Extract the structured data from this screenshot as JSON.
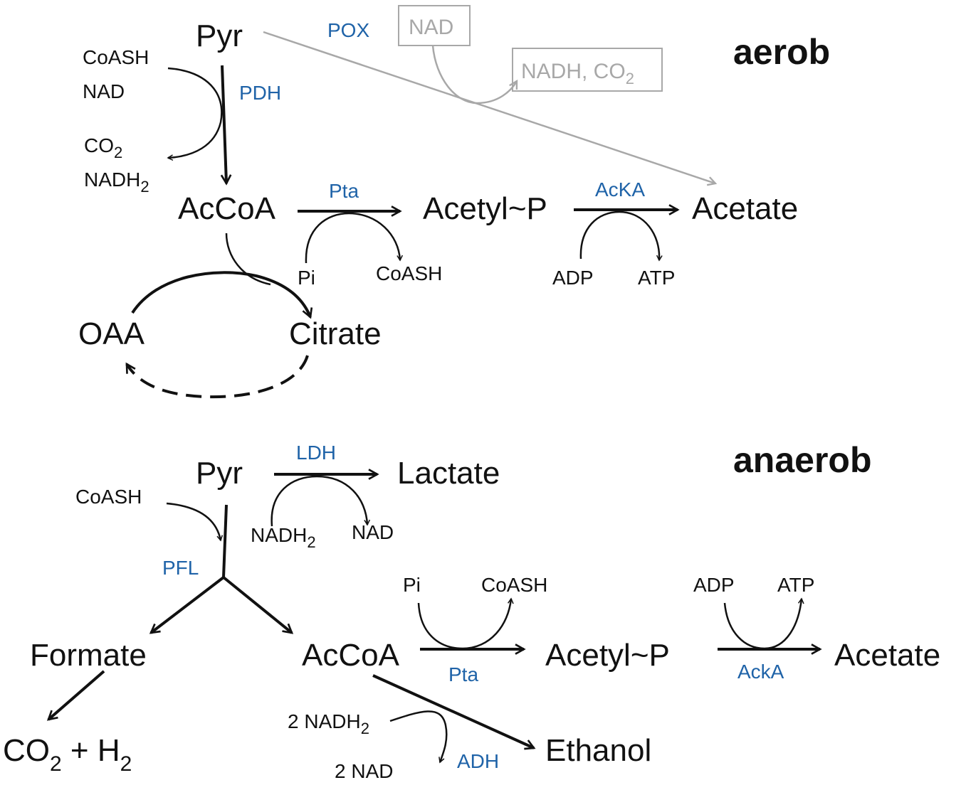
{
  "colors": {
    "ink": "#111111",
    "enzyme": "#1f63a8",
    "muted": "#a8a8a8"
  },
  "aerob": {
    "title": "aerob",
    "pyr": "Pyr",
    "coash": "CoASH",
    "nad": "NAD",
    "co2_base": "CO",
    "co2_sub": "2",
    "nadh2_base": "NADH",
    "nadh2_sub": "2",
    "pdh": "PDH",
    "pox": "POX",
    "pox_nad": "NAD",
    "pox_nadh_base": "NADH, CO",
    "pox_nadh_sub": "2",
    "accoa": "AcCoA",
    "pta": "Pta",
    "acetyl_p": "Acetyl~P",
    "acka": "AcKA",
    "acetate": "Acetate",
    "pi": "Pi",
    "coash2": "CoASH",
    "adp": "ADP",
    "atp": "ATP",
    "oaa": "OAA",
    "citrate": "Citrate"
  },
  "anaerob": {
    "title": "anaerob",
    "pyr": "Pyr",
    "ldh": "LDH",
    "lactate": "Lactate",
    "coash": "CoASH",
    "nadh2_base": "NADH",
    "nadh2_sub": "2",
    "nad": "NAD",
    "pfl": "PFL",
    "formate": "Formate",
    "accoa": "AcCoA",
    "pi": "Pi",
    "coash2": "CoASH",
    "pta": "Pta",
    "acetyl_p": "Acetyl~P",
    "adp": "ADP",
    "atp": "ATP",
    "acka": "AckA",
    "acetate": "Acetate",
    "co2h2_a": "CO",
    "co2h2_a_sub": "2",
    "co2h2_b": " + H",
    "co2h2_b_sub": "2",
    "two_nadh2_base": "2 NADH",
    "two_nadh2_sub": "2",
    "two_nad": "2 NAD",
    "adh": "ADH",
    "ethanol": "Ethanol"
  }
}
